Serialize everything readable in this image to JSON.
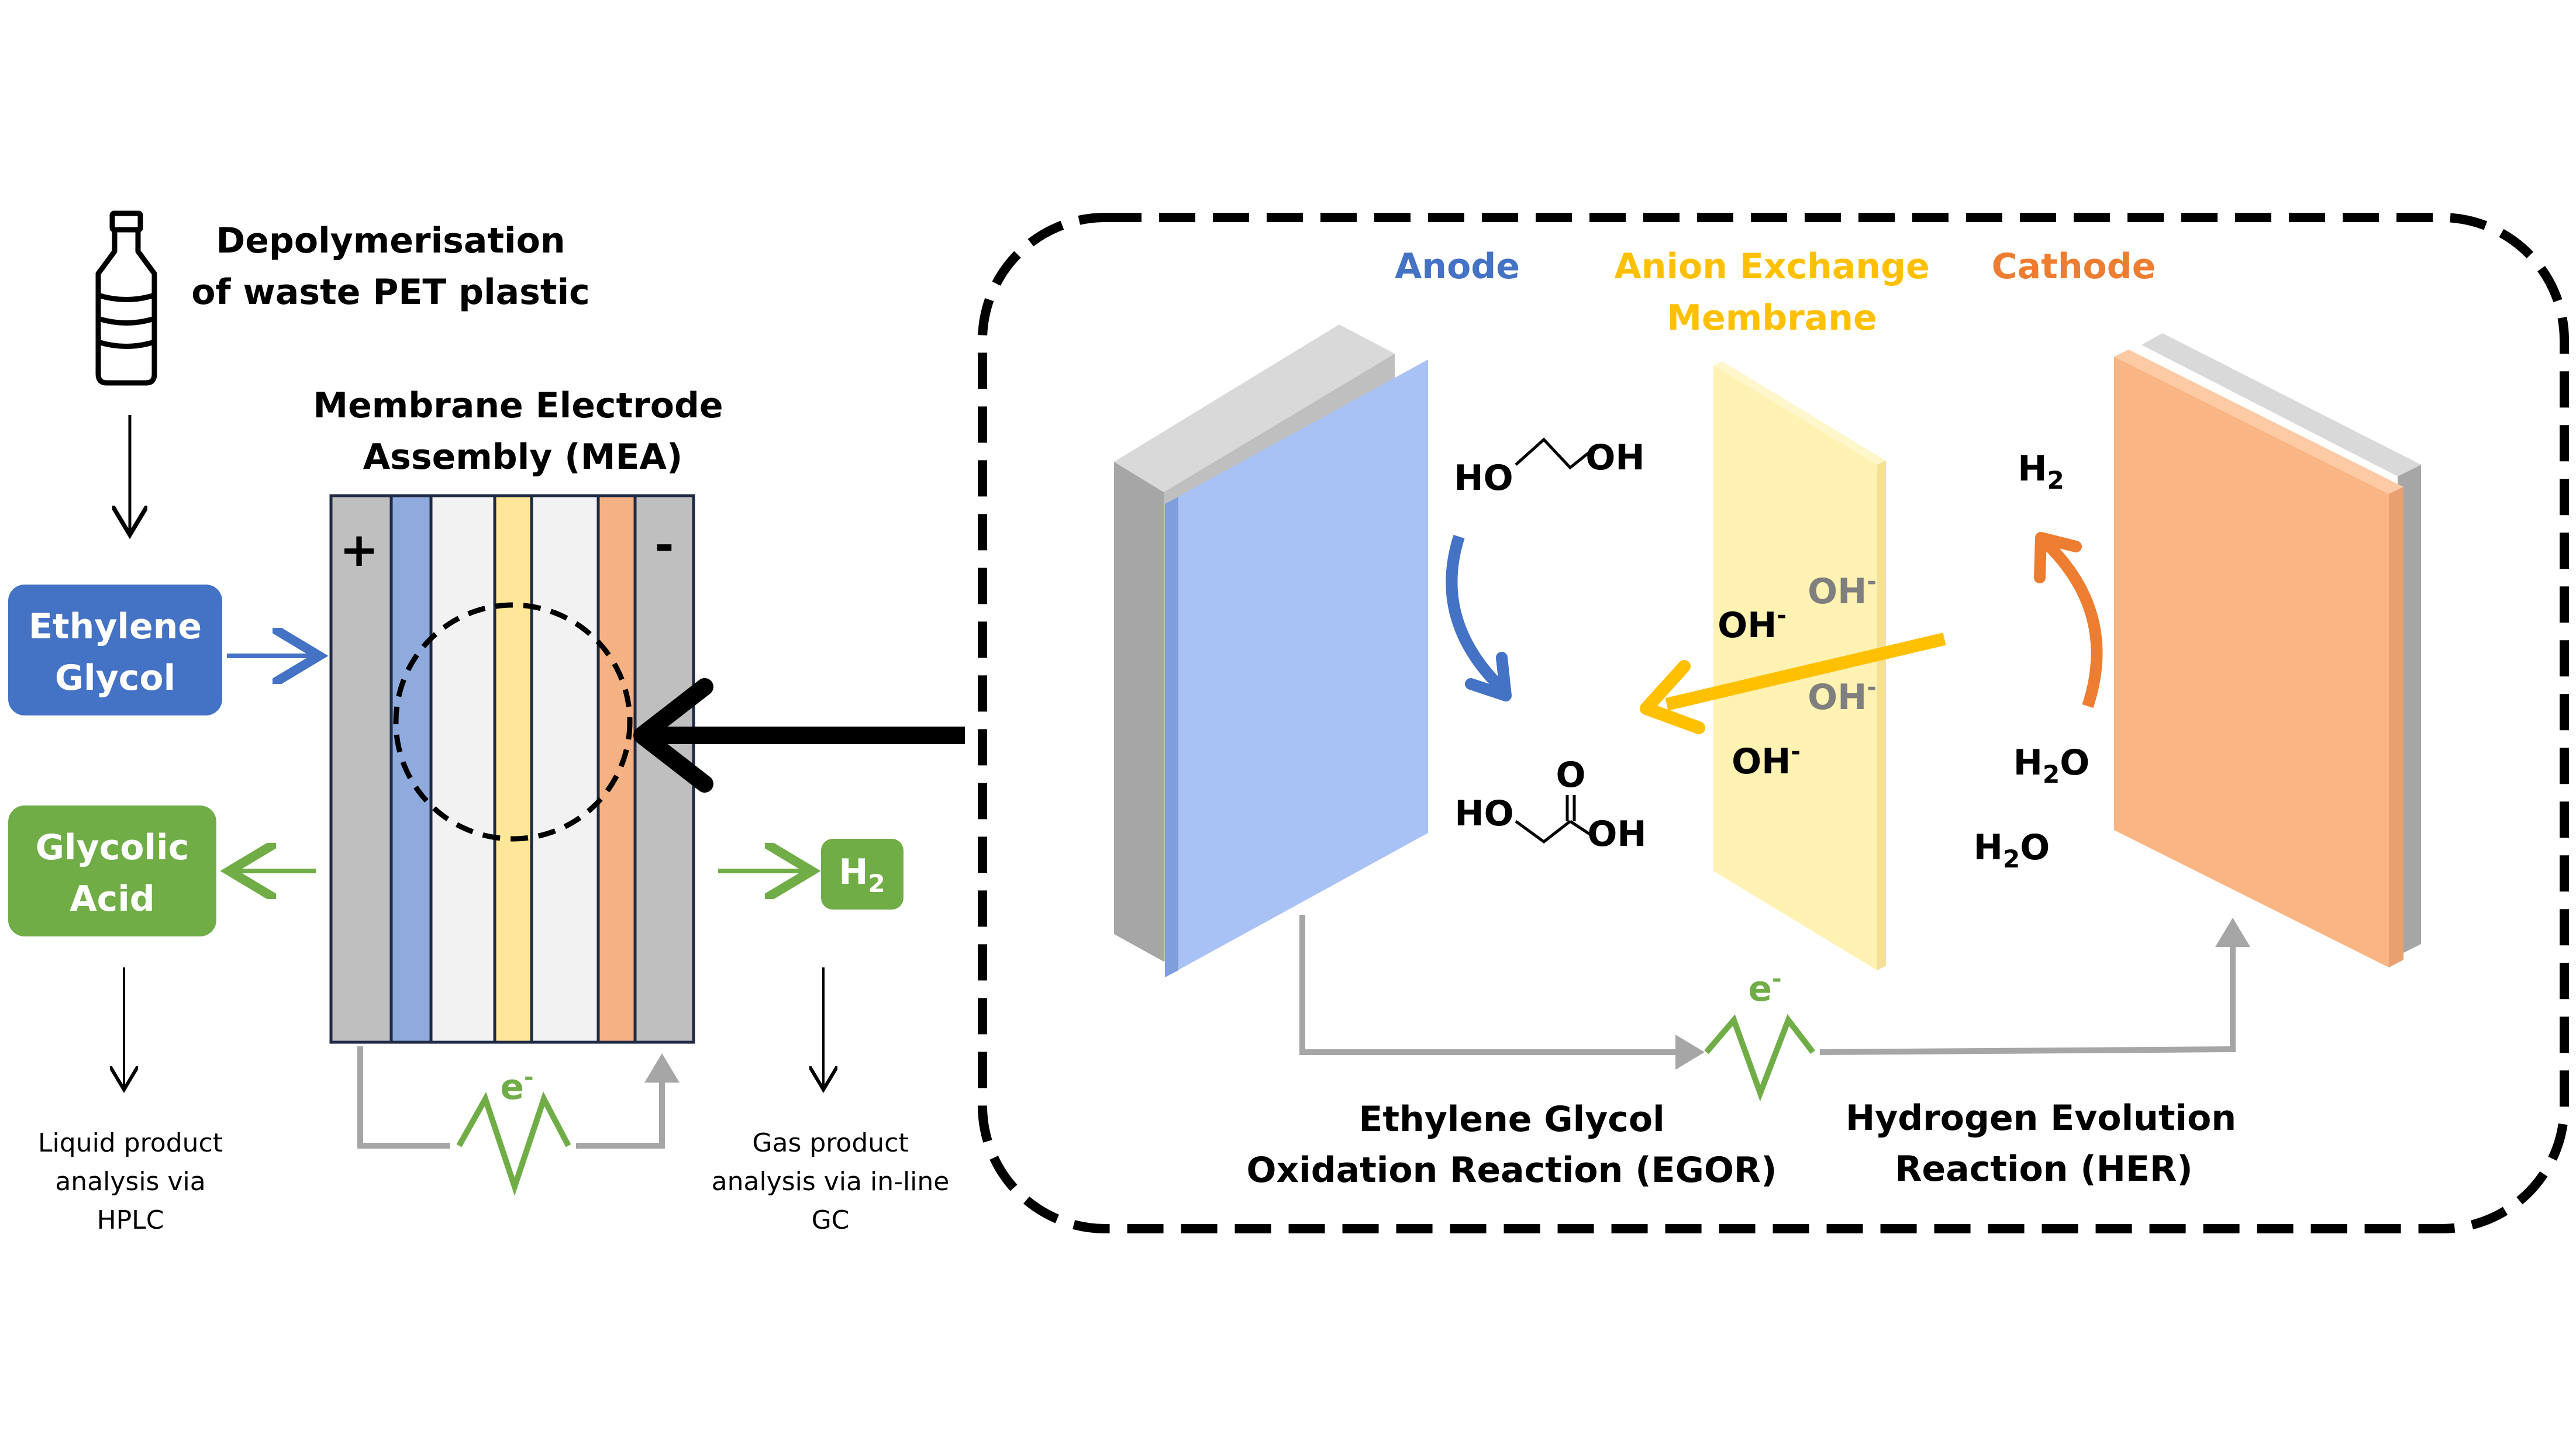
{
  "left": {
    "title_line1": "Depolymerisation",
    "title_line2": "of waste PET plastic",
    "mea_title_line1": "Membrane Electrode",
    "mea_title_line2": "Assembly (MEA)",
    "plus_sign": "+",
    "minus_sign": "-",
    "ethylene_box_line1": "Ethylene",
    "ethylene_box_line2": "Glycol",
    "glycolic_box_line1": "Glycolic",
    "glycolic_box_line2": "Acid",
    "h2_box": "H",
    "h2_box_sub": "2",
    "electron": "e",
    "electron_sup": "-",
    "liquid_line1": "Liquid product",
    "liquid_line2": "analysis via",
    "liquid_line3": "HPLC",
    "gas_line1": "Gas product",
    "gas_line2": "analysis via in-line",
    "gas_line3": "GC"
  },
  "right": {
    "anode_label": "Anode",
    "membrane_line1": "Anion Exchange",
    "membrane_line2": "Membrane",
    "cathode_label": "Cathode",
    "eg_ho": "HO",
    "eg_oh": "OH",
    "ga_o": "O",
    "ga_ho": "HO",
    "ga_oh": "OH",
    "oh_ion": "OH",
    "oh_ion_sup": "-",
    "h2": "H",
    "h2_sub": "2",
    "h2o": "H",
    "h2o_sub": "2",
    "h2o_o": "O",
    "electron": "e",
    "electron_sup": "-",
    "egor_line1": "Ethylene Glycol",
    "egor_line2": "Oxidation Reaction (EGOR)",
    "her_line1": "Hydrogen Evolution",
    "her_line2": "Reaction (HER)"
  },
  "colors": {
    "anode_blue": "#4472c4",
    "membrane_yellow": "#ffc000",
    "cathode_orange": "#ed7d31",
    "product_green": "#70ad47",
    "wire_gray": "#a6a6a6"
  }
}
